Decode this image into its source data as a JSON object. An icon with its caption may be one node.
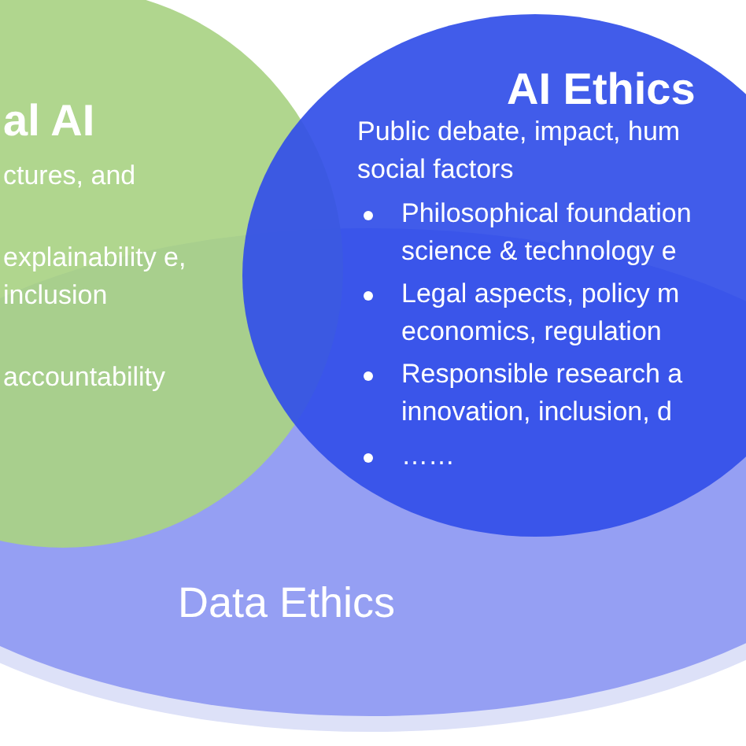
{
  "diagram": {
    "nodes": [
      {
        "text": [
          "al AI",
          "ctures, and",
          "explainability e, inclusion",
          "accountability"
        ]
      },
      {
        "text": [
          "AI Ethics",
          "Public debate, impact, hum social factors",
          "Philosophical foundation science & technology e",
          "Legal aspects, policy m economics, regulation",
          "Responsible research a innovation, inclusion, d",
          "……"
        ]
      },
      {
        "text": [
          "Data Ethics"
        ]
      }
    ]
  }
}
